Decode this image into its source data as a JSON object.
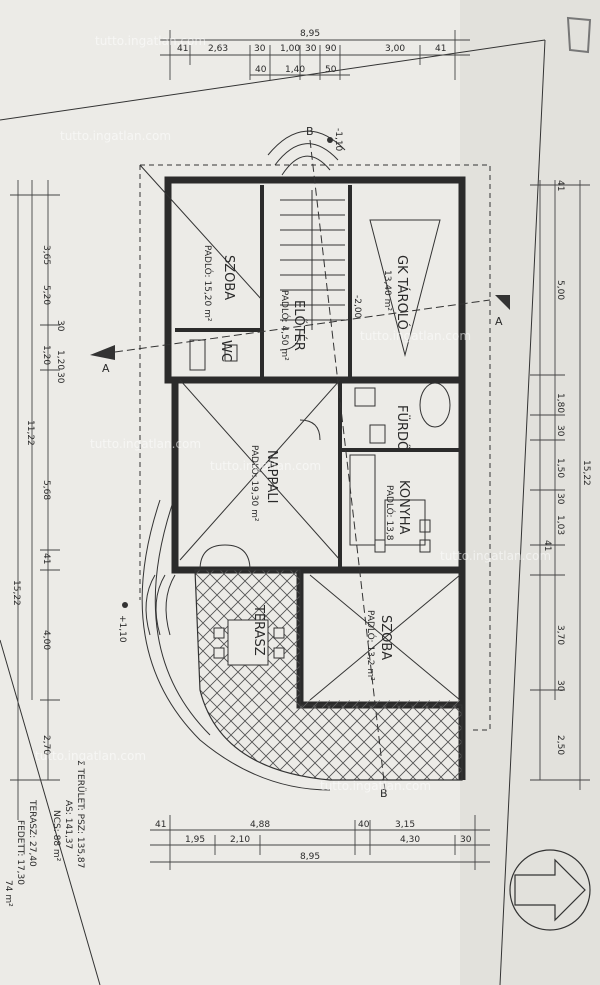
{
  "watermark": "tutto.ingatlan.com",
  "rooms": {
    "szoba_top": "SZOBA",
    "wc": "WC",
    "eloter": "ELŐTÉR",
    "garage": "GK TÁROLÓ",
    "furdo": "FÜRDŐ",
    "nappali": "NAPPALI",
    "konyha": "KONYHA",
    "terasz": "TERASZ",
    "szoba_bottom": "SZOBA"
  },
  "room_areas": {
    "szoba_top": "PADLÓ: 15,20 m²",
    "eloter": "PADLÓ: 4,50 m²",
    "garage": "13,40 m²",
    "nappali": "PADLÓ: 19,30 m²",
    "konyha": "PADLÓ: 13,8",
    "szoba_bottom": "PADLÓ: 13,2 m²"
  },
  "section_marks": {
    "a": "A",
    "b": "B"
  },
  "levels": {
    "top": "-1,10",
    "side": "+1,10",
    "stair": "-2,00"
  },
  "dims_top": {
    "overall": "8,95",
    "row1": [
      "41",
      "2,63",
      "30",
      "1,00",
      "30",
      "90",
      "3,00",
      "41"
    ],
    "row2": [
      "40",
      "1,40",
      "50"
    ]
  },
  "dims_bottom": {
    "row1": [
      "41",
      "4,88",
      "40",
      "3,15"
    ],
    "row2": [
      "1,95",
      "2,10",
      "4,30",
      "30"
    ],
    "overall": "8,95"
  },
  "dims_left": {
    "overall": "15,22",
    "sub": "11,22",
    "row1": [
      "3,65",
      "5,20",
      "1,20",
      "5,68",
      "41",
      "4,00",
      "2,70"
    ],
    "row2": [
      "30",
      "30",
      "1,20"
    ]
  },
  "dims_right": {
    "overall": "15,22",
    "row1": [
      "41",
      "5,00",
      "1,80",
      "30",
      "1,50",
      "30",
      "1,03"
    ],
    "row2": [
      "41",
      "3,70",
      "30",
      "2,50"
    ]
  },
  "notes": [
    "Σ TERÜLET: PSZ: 135,87",
    "AS: 141,37",
    "NCS: 88 m²",
    "TERASZ: 27,40",
    "FEDETT: 17,30",
    "74 m²"
  ]
}
